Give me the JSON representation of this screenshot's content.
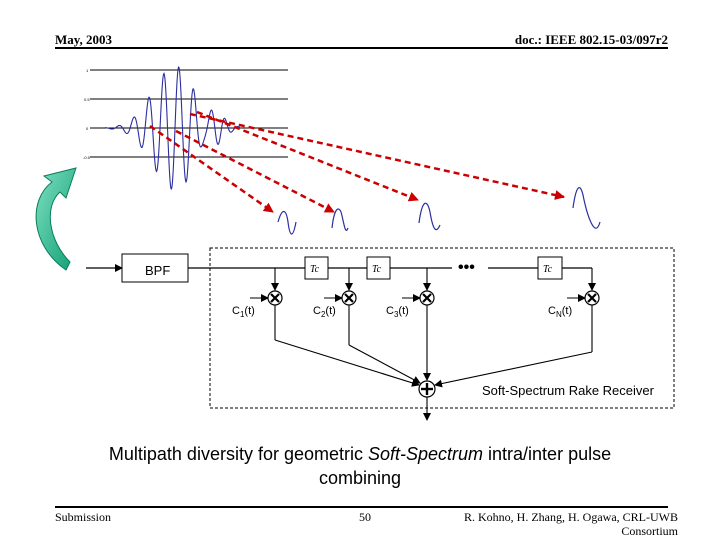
{
  "header": {
    "date": "May, 2003",
    "doc_id": "doc.: IEEE 802.15-03/097r2"
  },
  "diagram": {
    "bpf_label": "BPF",
    "delay_label": "Tc",
    "coefficients": [
      {
        "main": "C",
        "sub": "1",
        "tail": "(t)"
      },
      {
        "main": "C",
        "sub": "2",
        "tail": "(t)"
      },
      {
        "main": "C",
        "sub": "3",
        "tail": "(t)"
      },
      {
        "main": "C",
        "sub": "N",
        "tail": "(t)"
      }
    ],
    "receiver_label": "Soft-Spectrum Rake Receiver",
    "ellipsis": "•••"
  },
  "caption": {
    "prefix": "Multipath diversity for geometric ",
    "emphasis": "Soft-Spectrum",
    "suffix": " intra/inter pulse",
    "line2": "combining"
  },
  "footer": {
    "left": "Submission",
    "page": "50",
    "right_line1": "R. Kohno, H. Zhang, H. Ogawa, CRL-UWB",
    "right_line2": "Consortium"
  },
  "colors": {
    "waveform": "#2b2fa0",
    "arrow": "#cc0000",
    "curved_arrow": "#1fb38a"
  }
}
